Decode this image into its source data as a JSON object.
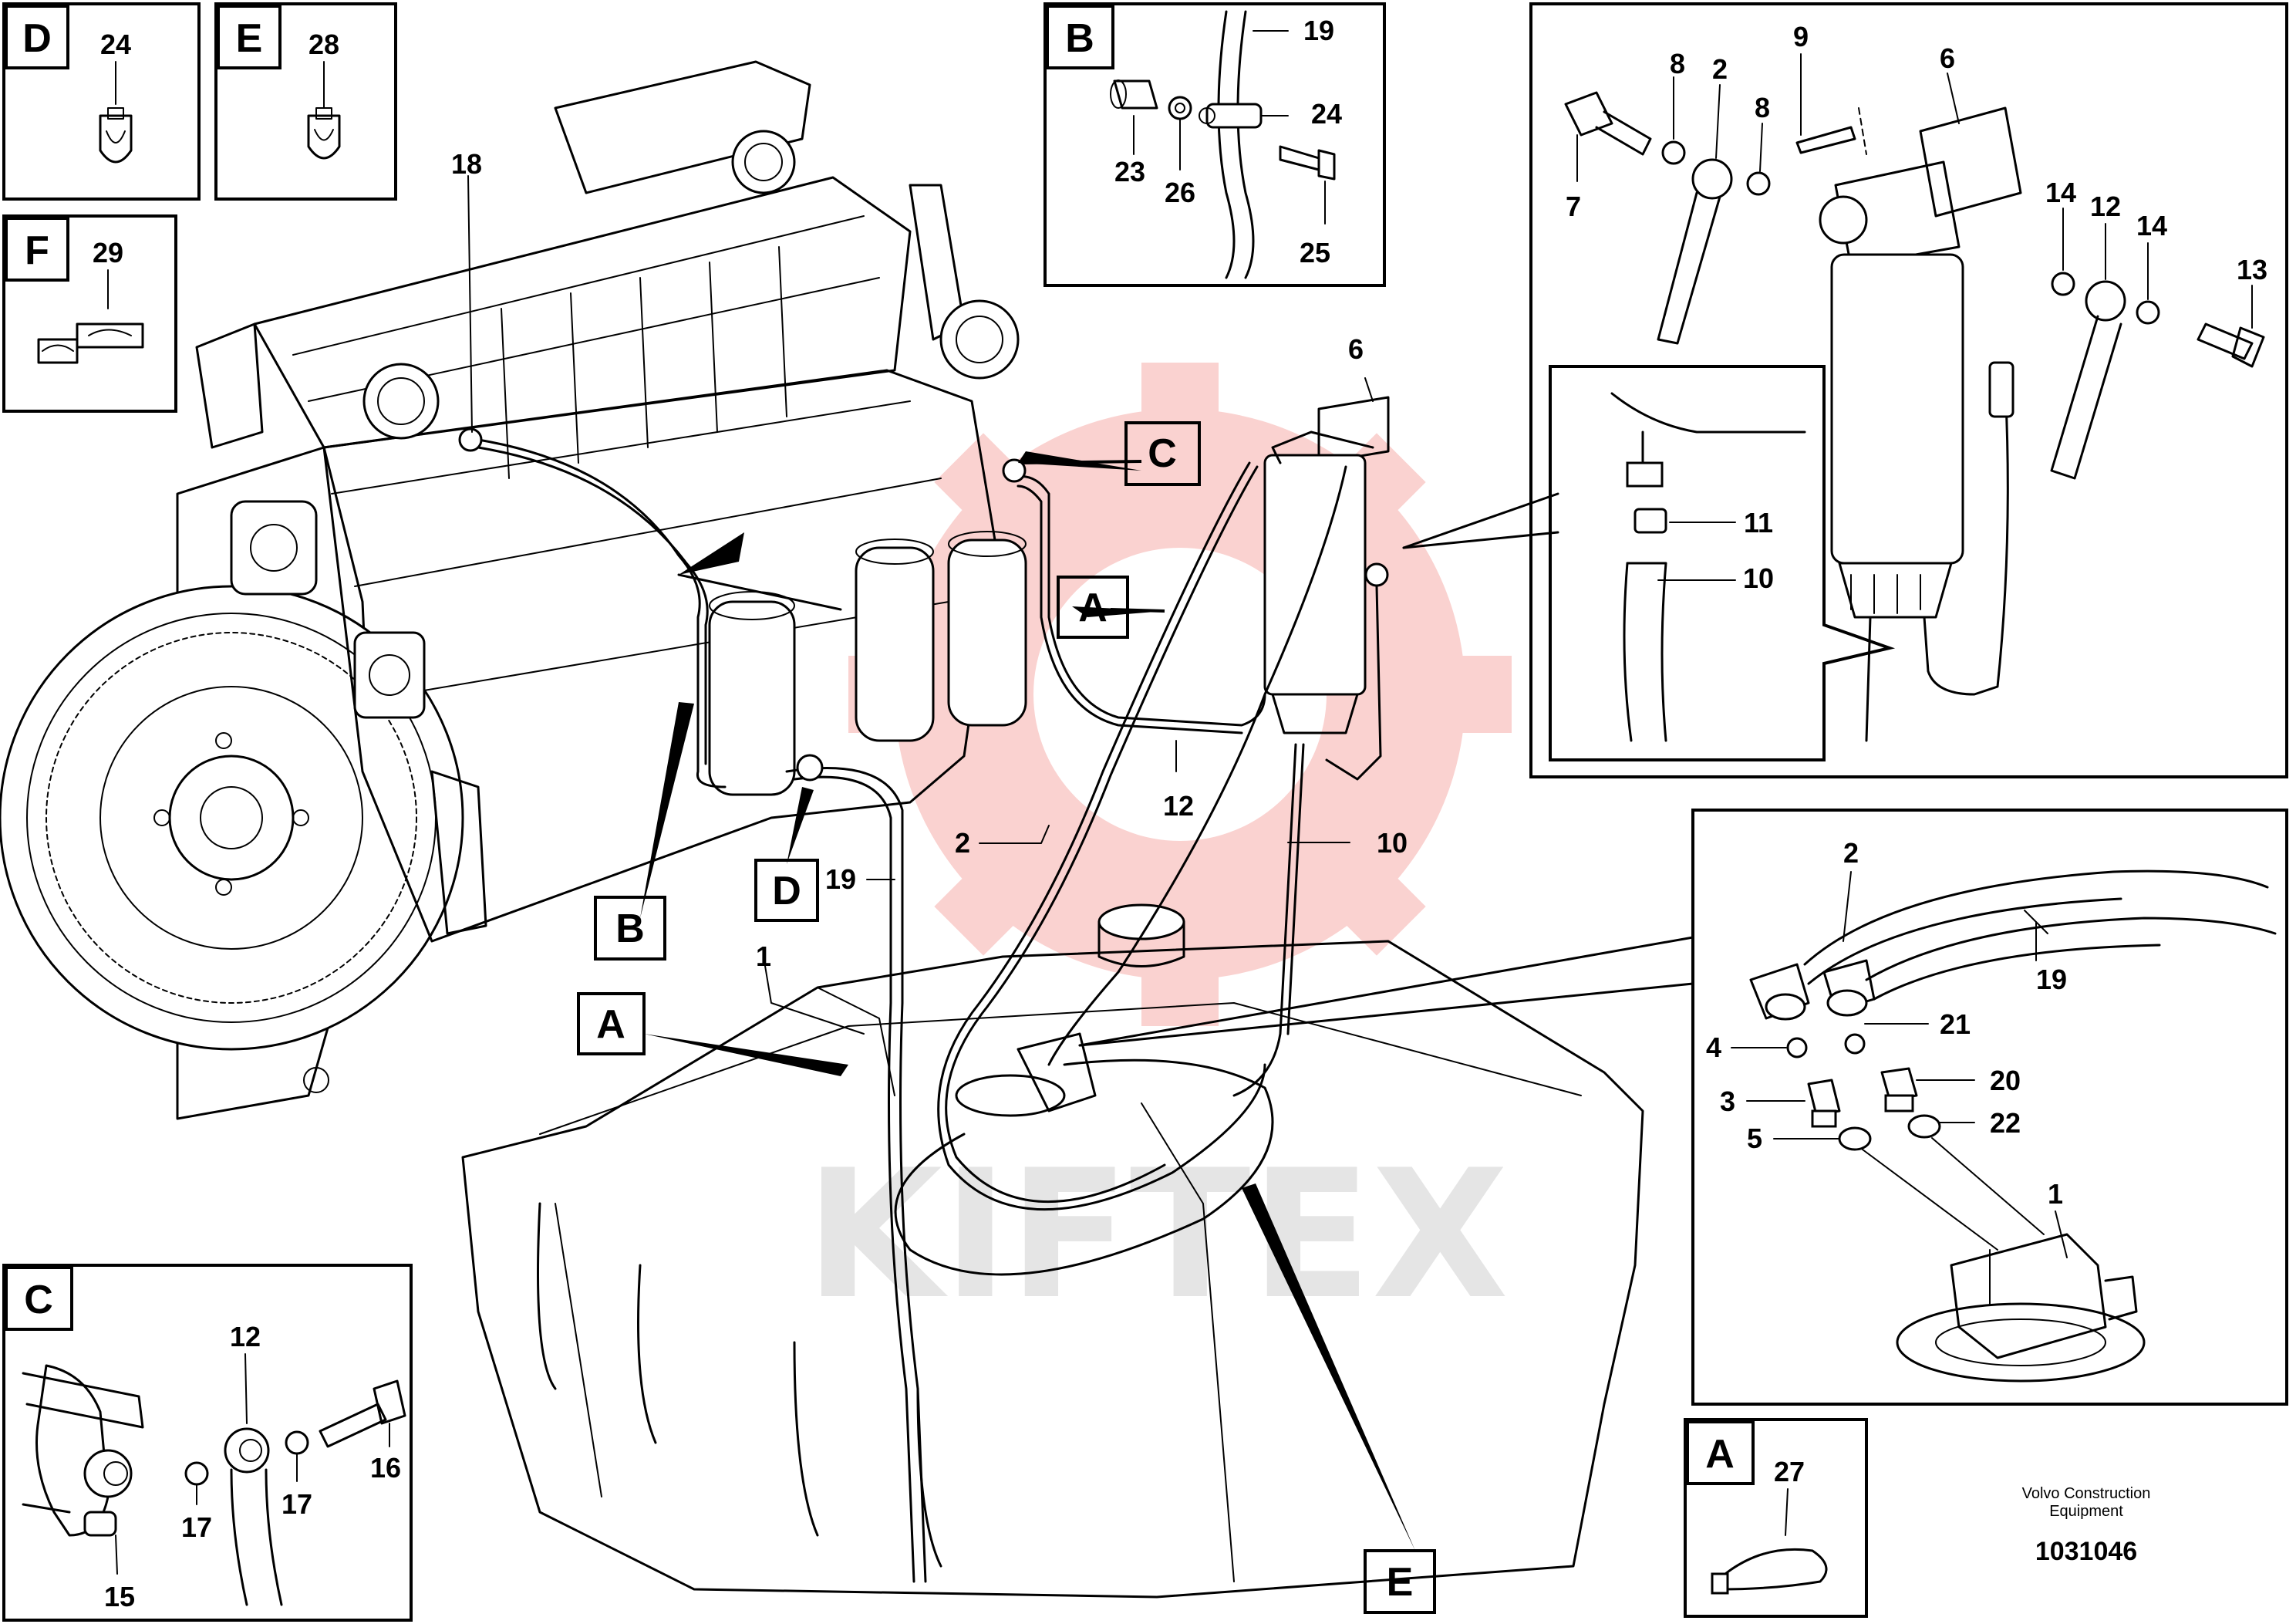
{
  "watermark": {
    "text": "KIFTEX",
    "color": "#e8332a"
  },
  "caption": {
    "line1": "Volvo Construction",
    "line2": "Equipment",
    "doc_number": "1031046"
  },
  "insets": {
    "D": {
      "letter": "D",
      "part": "24"
    },
    "E": {
      "letter": "E",
      "part": "28"
    },
    "F": {
      "letter": "F",
      "part": "29"
    },
    "B": {
      "letter": "B",
      "parts": [
        "19",
        "24",
        "23",
        "26",
        "25"
      ]
    },
    "filter": {
      "parts": [
        "9",
        "8",
        "2",
        "8",
        "6",
        "7",
        "14",
        "12",
        "14",
        "13",
        "11",
        "10"
      ]
    },
    "tank": {
      "parts": [
        "2",
        "19",
        "21",
        "4",
        "20",
        "3",
        "22",
        "5",
        "1"
      ]
    },
    "A": {
      "letter": "A",
      "part": "27"
    },
    "C": {
      "letter": "C",
      "parts": [
        "12",
        "16",
        "17",
        "17",
        "15"
      ]
    }
  },
  "main_callouts": {
    "letters": {
      "A1": "A",
      "A2": "A",
      "B": "B",
      "C": "C",
      "D": "D",
      "E": "E"
    },
    "numbers": {
      "n18": "18",
      "n6": "6",
      "n12": "12",
      "n2": "2",
      "n19": "19",
      "n10": "10",
      "n1": "1"
    }
  }
}
